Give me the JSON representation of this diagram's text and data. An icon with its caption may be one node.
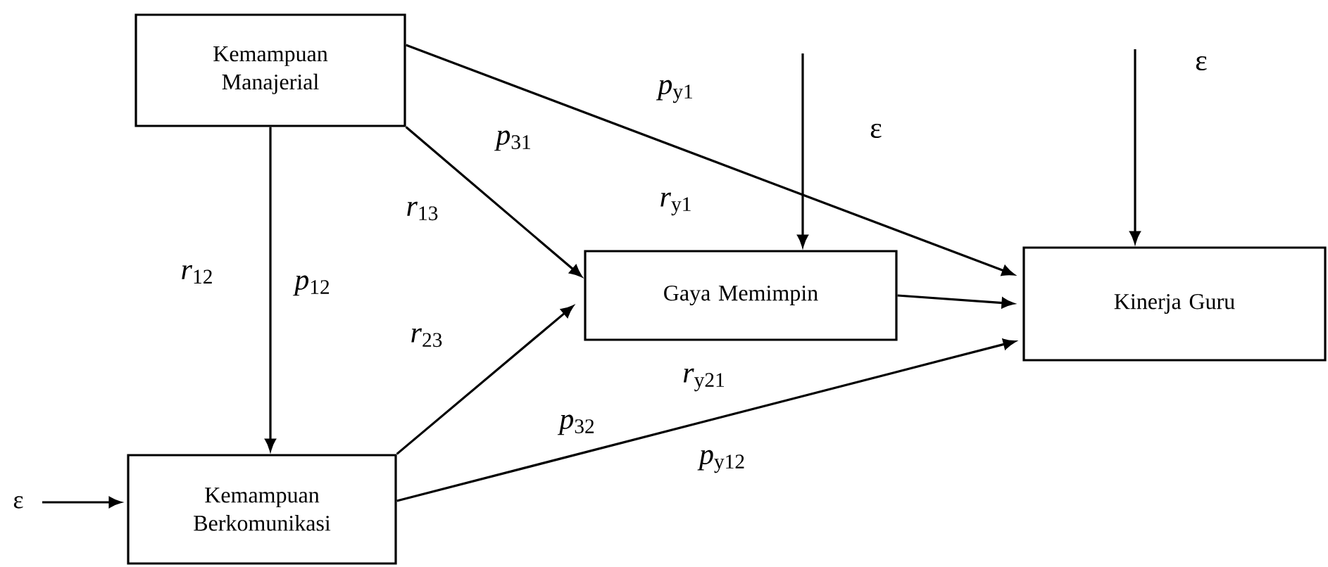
{
  "diagram": {
    "nodes": [
      {
        "text": [
          "Kemampuan Manajerial"
        ]
      },
      {
        "text": [
          "Gaya Memimpin"
        ]
      },
      {
        "text": [
          "Kinerja Guru"
        ]
      },
      {
        "text": [
          "Kemampuan Berkomunikasi"
        ]
      },
      {
        "text": [
          "ε"
        ]
      }
    ],
    "edges": [
      {
        "from": 0,
        "to": 3,
        "arrow": "to"
      },
      {
        "from": 0,
        "to": 1,
        "arrow": "to"
      },
      {
        "from": 0,
        "to": 2,
        "arrow": "to"
      },
      {
        "from": 3,
        "to": 1,
        "arrow": "to"
      },
      {
        "from": 3,
        "to": 2,
        "arrow": "to"
      },
      {
        "from": 1,
        "to": 2,
        "arrow": "to"
      },
      {
        "from": null,
        "to": 1,
        "arrow": "to"
      },
      {
        "from": null,
        "to": 2,
        "arrow": "to"
      },
      {
        "from": 4,
        "to": 3,
        "arrow": "to"
      }
    ],
    "labels": [
      "*p*$_{y1}$",
      "*p*$_{31}$",
      "*r*$_{y1}$",
      "*r*$_{13}$",
      "*r*$_{12}$",
      "*p*$_{12}$",
      "*r*$_{23}$",
      "*r*$_{y21}$",
      "*p*$_{32}$",
      "*p*$_{y12}$",
      "ε",
      "ε"
    ]
  }
}
